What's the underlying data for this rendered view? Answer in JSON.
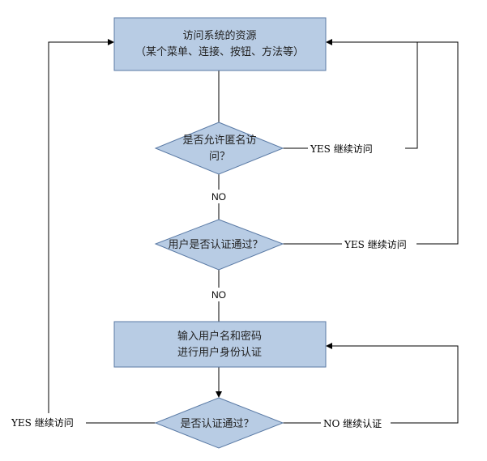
{
  "nodes": {
    "access_resource": {
      "line1": "访问系统的资源",
      "line2": "（某个菜单、连接、按钮、方法等）"
    },
    "allow_anonymous": {
      "line1": "是否允许匿名访",
      "line2": "问？"
    },
    "user_authenticated": {
      "text": "用户是否认证通过？"
    },
    "enter_credentials": {
      "line1": "输入用户名和密码",
      "line2": "进行用户身份认证"
    },
    "auth_passed": {
      "text": "是否认证通过？"
    }
  },
  "edges": {
    "anon_yes": "YES  继续访问",
    "anon_no": "NO",
    "auth_yes": "YES  继续访问",
    "auth_no": "NO",
    "pass_yes": "YES  继续访问",
    "pass_no": "NO  继续认证"
  },
  "colors": {
    "node_fill": "#b8cce4",
    "node_stroke": "#5a7aa5"
  }
}
